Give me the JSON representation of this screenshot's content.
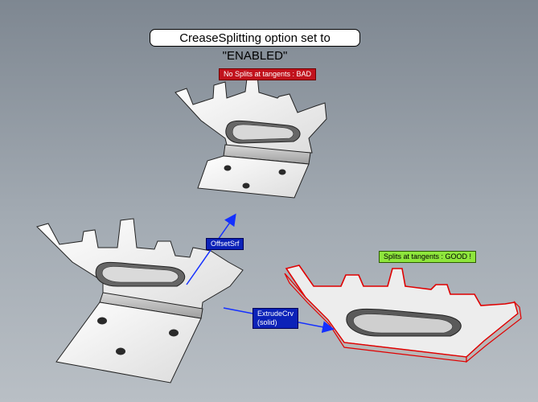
{
  "title": "CreaseSplitting option set to \"ENABLED\"",
  "labels": {
    "bad": "No Splits at tangents : BAD",
    "good": "Splits at tangents : GOOD !",
    "offset": "OffsetSrf",
    "extrude_line1": "ExtrudeCrv",
    "extrude_line2": "(solid)"
  },
  "colors": {
    "background_top": "#7e8791",
    "background_bottom": "#b9bfc5",
    "bad_label": "#c1121c",
    "good_label": "#8ee63c",
    "command_label": "#0c22b8",
    "arrow": "#1430ff",
    "solid_edge": "#e00000"
  }
}
